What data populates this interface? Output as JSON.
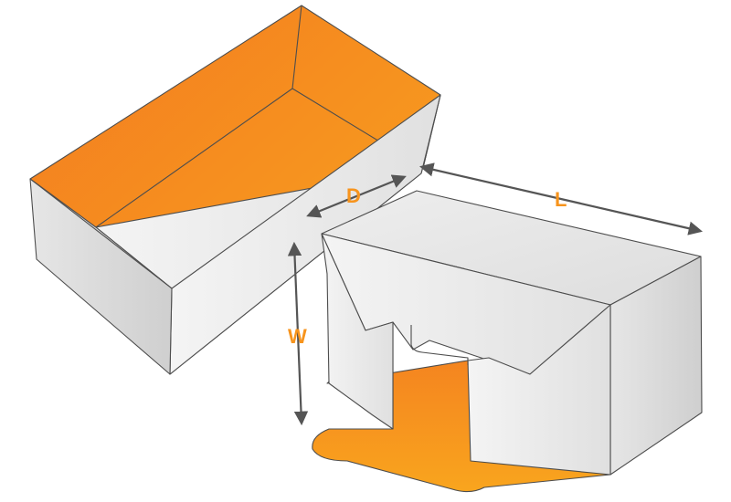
{
  "diagram": {
    "colors": {
      "orange_light": "#f9a51e",
      "orange_dark": "#f37b20",
      "panel_light": "#f2f2f2",
      "panel_mid": "#e4e4e4",
      "panel_dark": "#d3d3d3",
      "edge": "#4d4d4d",
      "arrow": "#555555",
      "label": "#f7941d"
    },
    "labels": {
      "depth": "D",
      "length": "L",
      "width": "W"
    }
  }
}
